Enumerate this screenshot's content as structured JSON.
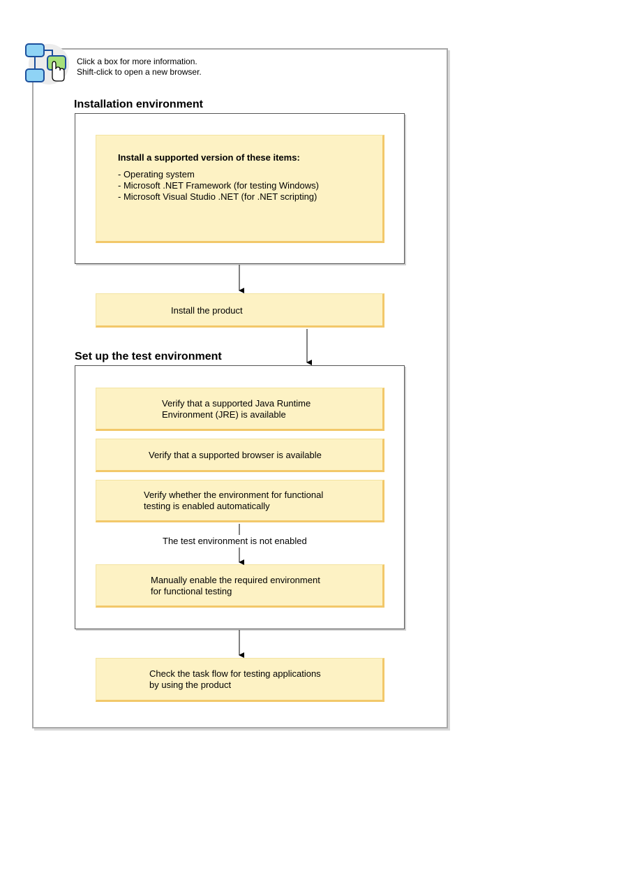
{
  "hint": {
    "line1": "Click a box for more information.",
    "line2": "Shift-click to open a new browser.",
    "icon": "flowchart-click-icon"
  },
  "installation": {
    "heading": "Installation environment",
    "requirements_title": "Install a supported version of these items:",
    "requirements": [
      "- Operating system",
      "- Microsoft .NET Framework (for testing Windows)",
      "- Microsoft Visual Studio .NET (for .NET scripting)"
    ]
  },
  "install_product": "Install the product",
  "test_env": {
    "heading": "Set up the test environment",
    "verify_jre": [
      "Verify that a supported Java Runtime",
      "Environment (JRE) is available"
    ],
    "verify_browser": "Verify that a supported browser is available",
    "verify_enabled": [
      "Verify whether the environment for functional",
      "testing is enabled automatically"
    ],
    "not_enabled_label": "The test environment is not enabled",
    "manual_enable": [
      "Manually enable the required environment",
      "for functional testing"
    ]
  },
  "check_task_flow": [
    "Check the task flow for testing applications",
    "by using the product"
  ],
  "colors": {
    "box_fill": "#fdf2c4",
    "box_shadow": "#f2c86a",
    "frame": "#a8a8a8"
  }
}
